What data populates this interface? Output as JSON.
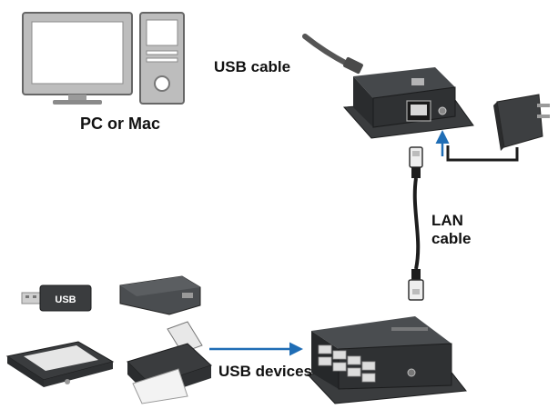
{
  "labels": {
    "pc": "PC or Mac",
    "usb_cable": "USB cable",
    "lan_line1": "LAN",
    "lan_line2": "cable",
    "usb_devices": "USB devices",
    "usb_stick": "USB"
  },
  "colors": {
    "arrow": "#1f6db5",
    "device_dark": "#2f3133",
    "device_edge": "#1b1c1d",
    "cable": "#1d1d1d",
    "screen": "#ffffff",
    "outline": "#666666",
    "computer_fill": "#bdbdbd"
  },
  "icons": [
    "computer-monitor-icon",
    "pc-tower-icon",
    "usb-receiver-unit",
    "power-adapter-icon",
    "usb-hub-unit",
    "usb-stick-icon",
    "external-drive-icon",
    "scanner-icon",
    "printer-icon"
  ]
}
